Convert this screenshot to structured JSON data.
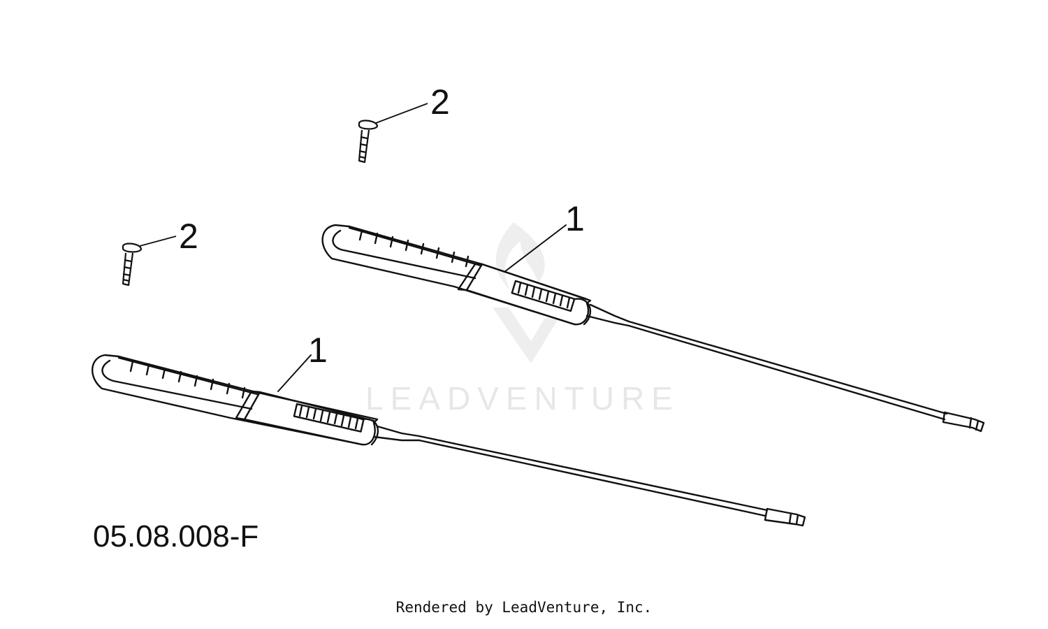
{
  "diagram": {
    "callouts": [
      {
        "id": "handle-upper",
        "label": "1"
      },
      {
        "id": "handle-lower",
        "label": "1"
      },
      {
        "id": "screw-upper",
        "label": "2"
      },
      {
        "id": "screw-lower",
        "label": "2"
      }
    ],
    "watermark": "LEADVENTURE",
    "reference_code": "05.08.008-F",
    "credit": "Rendered by LeadVenture, Inc.",
    "colors": {
      "line": "#111111",
      "watermark": "#e7e7e7",
      "background": "#ffffff"
    }
  }
}
